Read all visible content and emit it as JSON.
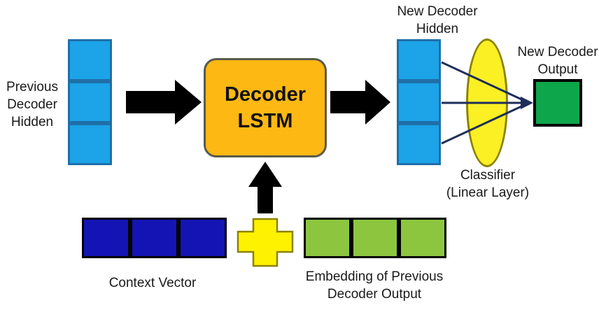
{
  "diagram": {
    "title": "Decoder LSTM with attention context and classifier",
    "background_color": "#ffffff"
  },
  "labels": {
    "previous_decoder_hidden": "Previous\nDecoder\nHidden",
    "new_decoder_hidden": "New Decoder\nHidden",
    "new_decoder_output": "New Decoder\nOutput",
    "classifier": "Classifier\n(Linear Layer)",
    "context_vector": "Context Vector",
    "embedding_previous_output": "Embedding of Previous\nDecoder Output"
  },
  "lstm": {
    "line1": "Decoder",
    "line2": "LSTM"
  },
  "vectors": {
    "previous_hidden": {
      "name": "previous-decoder-hidden-vector",
      "orientation": "vertical",
      "cells": 3,
      "color": "#1CA3E8",
      "border_color": "#1F6FA8"
    },
    "new_hidden": {
      "name": "new-decoder-hidden-vector",
      "orientation": "vertical",
      "cells": 3,
      "color": "#1CA3E8",
      "border_color": "#1F6FA8"
    },
    "context": {
      "name": "context-vector",
      "orientation": "horizontal",
      "cells": 3,
      "color": "#1414B4",
      "border_color": "#000000"
    },
    "embedding": {
      "name": "embedding-vector",
      "orientation": "horizontal",
      "cells": 3,
      "color": "#8CC63F",
      "border_color": "#000000"
    }
  },
  "shapes": {
    "lstm_box": {
      "fill": "#FDB813",
      "border": "#5A5A4A"
    },
    "output_box": {
      "fill": "#0EA64B",
      "border": "#000000"
    },
    "classifier_ellipse": {
      "fill": "#FAF024",
      "border": "#8C8200"
    },
    "plus_sign": {
      "fill": "#FFF200",
      "border": "#8C8200",
      "glyph": "plus-icon"
    },
    "arrows": {
      "fill": "#000000",
      "count": 3
    },
    "classifier_links": {
      "stroke": "#1F2D5A",
      "count": 3
    }
  },
  "colors": {
    "hidden_blue": "#1CA3E8",
    "hidden_blue_border": "#1F6FA8",
    "lstm_orange": "#FDB813",
    "context_blue": "#1414B4",
    "embedding_green": "#8CC63F",
    "output_green": "#0EA64B",
    "classifier_yellow": "#FAF024",
    "plus_yellow": "#FFF200",
    "link_navy": "#1F2D5A",
    "text": "#1a1a1a"
  }
}
